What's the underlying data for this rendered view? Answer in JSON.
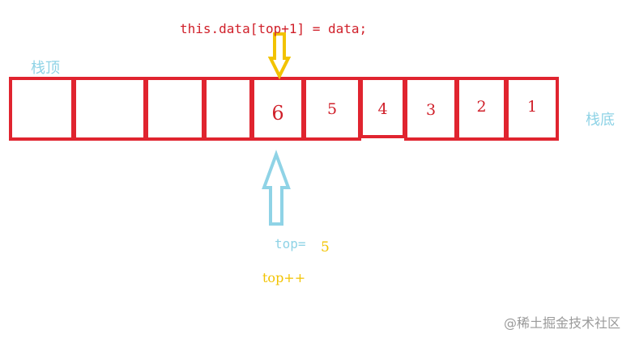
{
  "diagram": {
    "code_label": "this.data[top+1] = data;",
    "stack_top_label": "栈顶",
    "stack_bottom_label": "栈底",
    "top_label": "top=",
    "top_value": "5",
    "top_increment_label": "top++",
    "cells": [
      "",
      "",
      "",
      "",
      "6",
      "5",
      "4",
      "3",
      "2",
      "1"
    ],
    "colors": {
      "box": "#e0242f",
      "code_text": "#d0202a",
      "down_arrow": "#f2c300",
      "up_arrow": "#8fd3e6",
      "stack_labels": "#8fd3e6",
      "top_value": "#f2c300"
    }
  },
  "watermark": "@稀土掘金技术社区"
}
